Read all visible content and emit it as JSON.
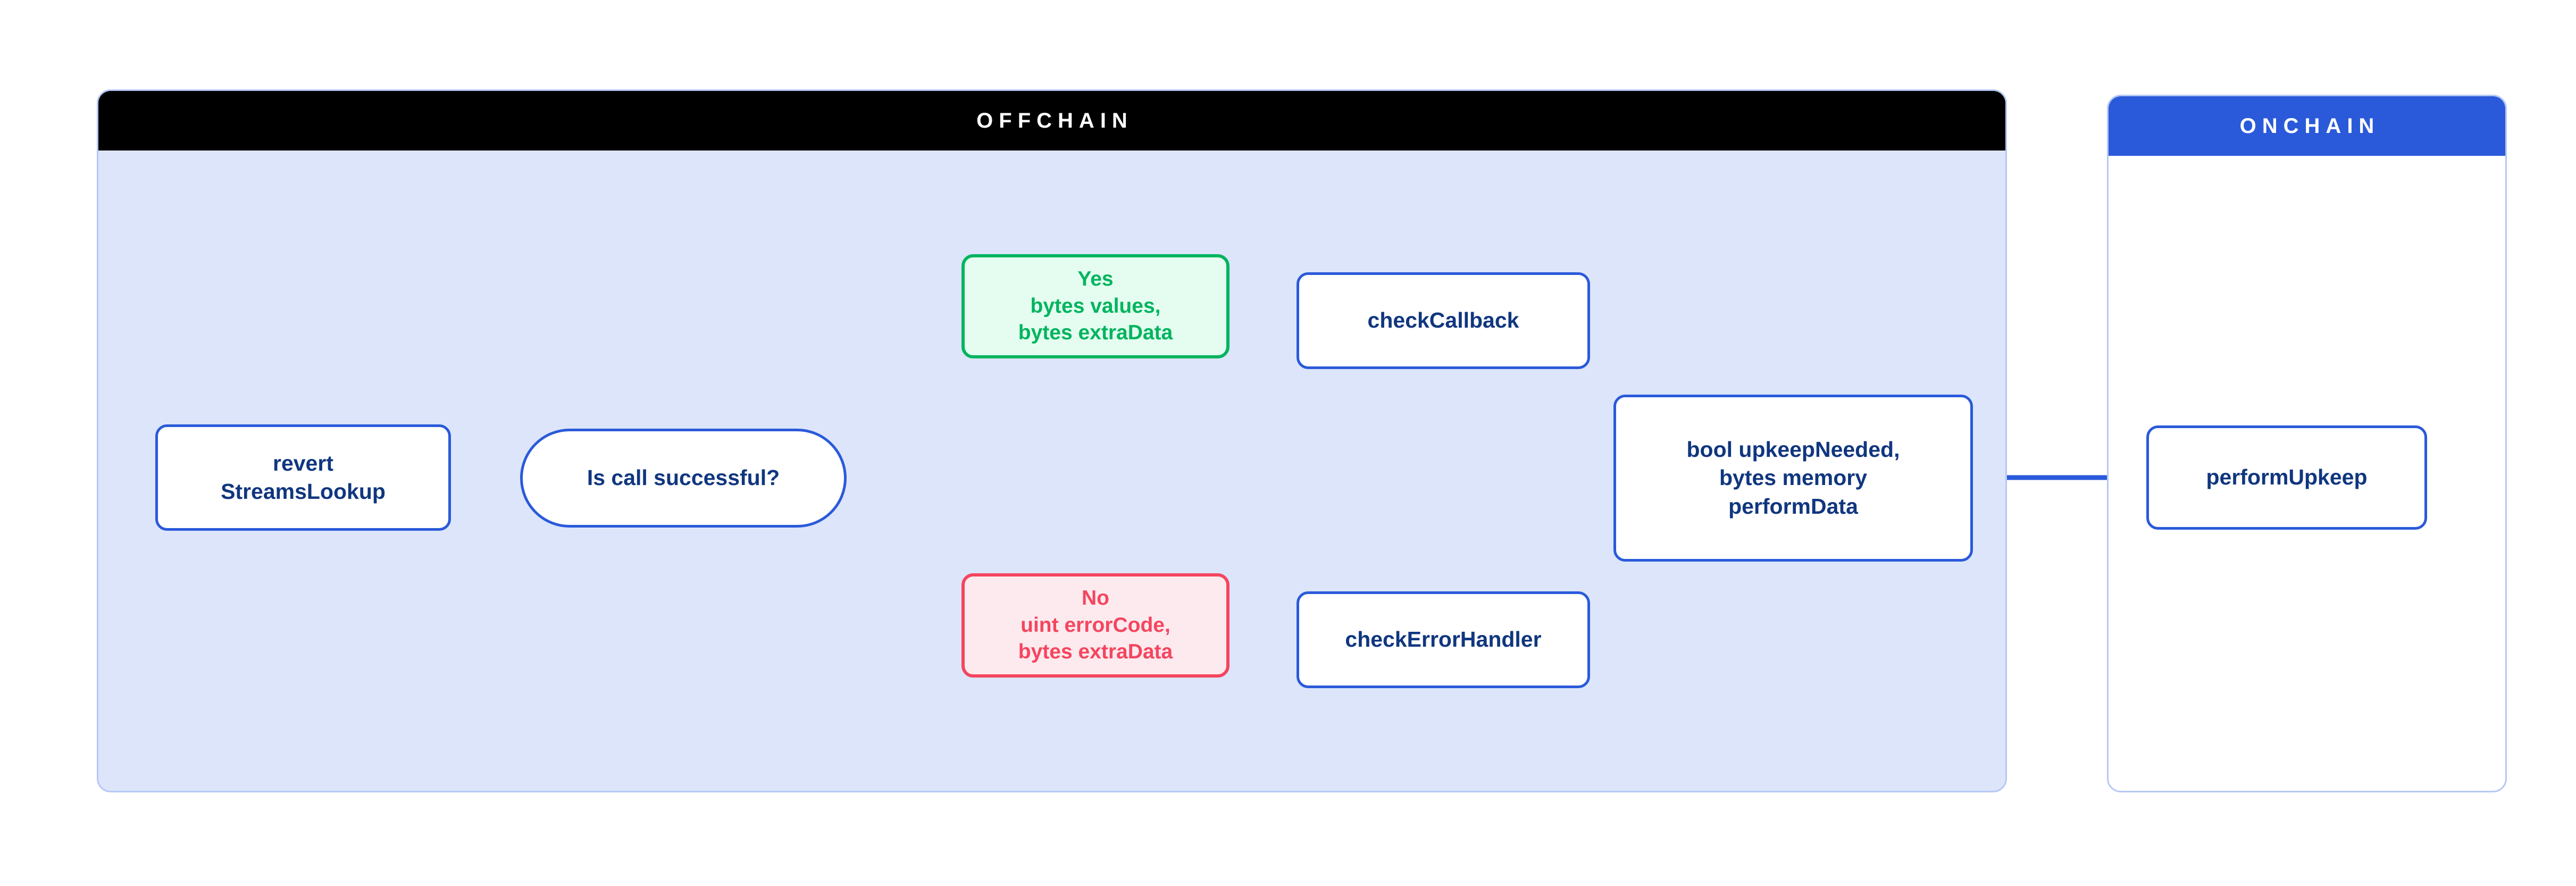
{
  "diagram": {
    "title": "Chainlink Automation StreamsLookup flow",
    "colors": {
      "panel_offchain_header_bg": "#000000",
      "panel_offchain_bg": "#dce5fa",
      "panel_onchain_header_bg": "#2a5ada",
      "panel_onchain_bg": "#ffffff",
      "panel_border": "#b6c8f5",
      "node_blue_border": "#2a5ada",
      "node_blue_text": "#10367f",
      "node_green_border": "#00b45e",
      "node_green_bg": "#e4fdf0",
      "node_green_text": "#00b45e",
      "node_red_border": "#f5455f",
      "node_red_bg": "#fdeaee",
      "node_red_text": "#f5455f",
      "connector": "#2a5ada"
    }
  },
  "panels": {
    "offchain": {
      "header": "OFFCHAIN"
    },
    "onchain": {
      "header": "ONCHAIN"
    }
  },
  "nodes": {
    "revert": {
      "label": "revert\nStreamsLookup",
      "shape": "rounded-rect",
      "style": "blue"
    },
    "decision": {
      "label": "Is call successful?",
      "shape": "pill",
      "style": "blue"
    },
    "yes": {
      "label": "Yes\nbytes values,\nbytes extraData",
      "shape": "rounded-rect",
      "style": "green"
    },
    "no": {
      "label": "No\nuint errorCode,\nbytes extraData",
      "shape": "rounded-rect",
      "style": "red"
    },
    "check_callback": {
      "label": "checkCallback",
      "shape": "rounded-rect",
      "style": "blue"
    },
    "check_error_handler": {
      "label": "checkErrorHandler",
      "shape": "rounded-rect",
      "style": "blue"
    },
    "upkeep_needed": {
      "label": "bool upkeepNeeded,\nbytes memory\nperformData",
      "shape": "rounded-rect",
      "style": "blue"
    },
    "perform_upkeep": {
      "label": "performUpkeep",
      "shape": "rounded-rect",
      "style": "blue"
    }
  },
  "edges": [
    {
      "from": "revert",
      "to": "decision",
      "arrow": true
    },
    {
      "from": "decision",
      "to": "yes",
      "arrow": false,
      "branch": "top"
    },
    {
      "from": "decision",
      "to": "no",
      "arrow": false,
      "branch": "bottom"
    },
    {
      "from": "yes",
      "to": "check_callback",
      "arrow": true
    },
    {
      "from": "no",
      "to": "check_error_handler",
      "arrow": true
    },
    {
      "from": "check_callback",
      "to": "upkeep_needed",
      "arrow": false
    },
    {
      "from": "check_error_handler",
      "to": "upkeep_needed",
      "arrow": false
    },
    {
      "from": "upkeep_needed",
      "to": "perform_upkeep",
      "arrow": true
    }
  ]
}
